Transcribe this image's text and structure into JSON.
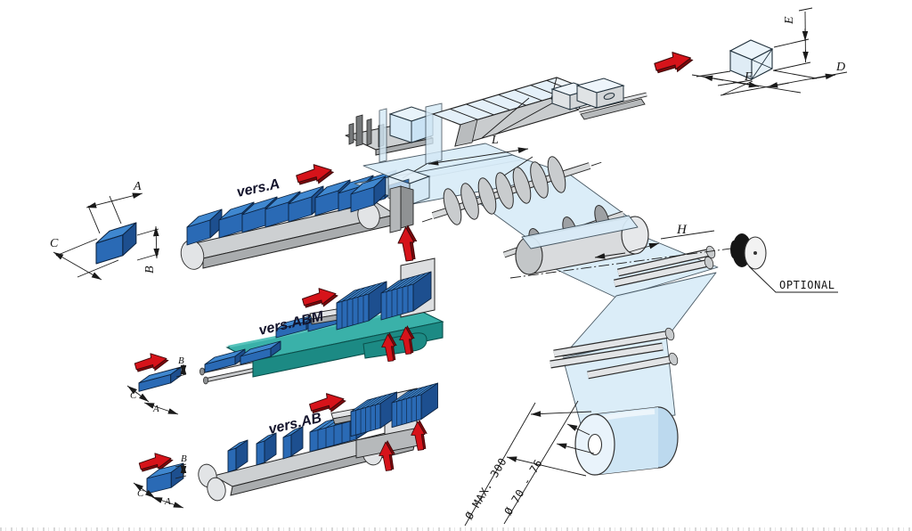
{
  "labels": {
    "vers_a": "vers.A",
    "vers_abm": "vers.ABM",
    "vers_ab": "vers.AB",
    "dim_a": "A",
    "dim_b": "B",
    "dim_c": "C",
    "dim_d": "D",
    "dim_e": "E",
    "dim_f": "F",
    "dim_l": "L",
    "dim_h": "H",
    "optional": "OPTIONAL",
    "reel_outer": "Ø MAX. 300",
    "reel_core": "Ø 70 - 76"
  },
  "colors": {
    "product_blue_top": "#3f87cf",
    "product_blue_front": "#2a6ab5",
    "product_blue_side": "#1d4f8f",
    "machine_teal_top": "#3ab1a9",
    "machine_teal_front": "#1c8a84",
    "film_blue": "#d9ecf8",
    "arrow_red": "#d6131a",
    "metal_gray": "#cdd0d2",
    "line_black": "#1a1a1a",
    "background": "#ffffff"
  }
}
